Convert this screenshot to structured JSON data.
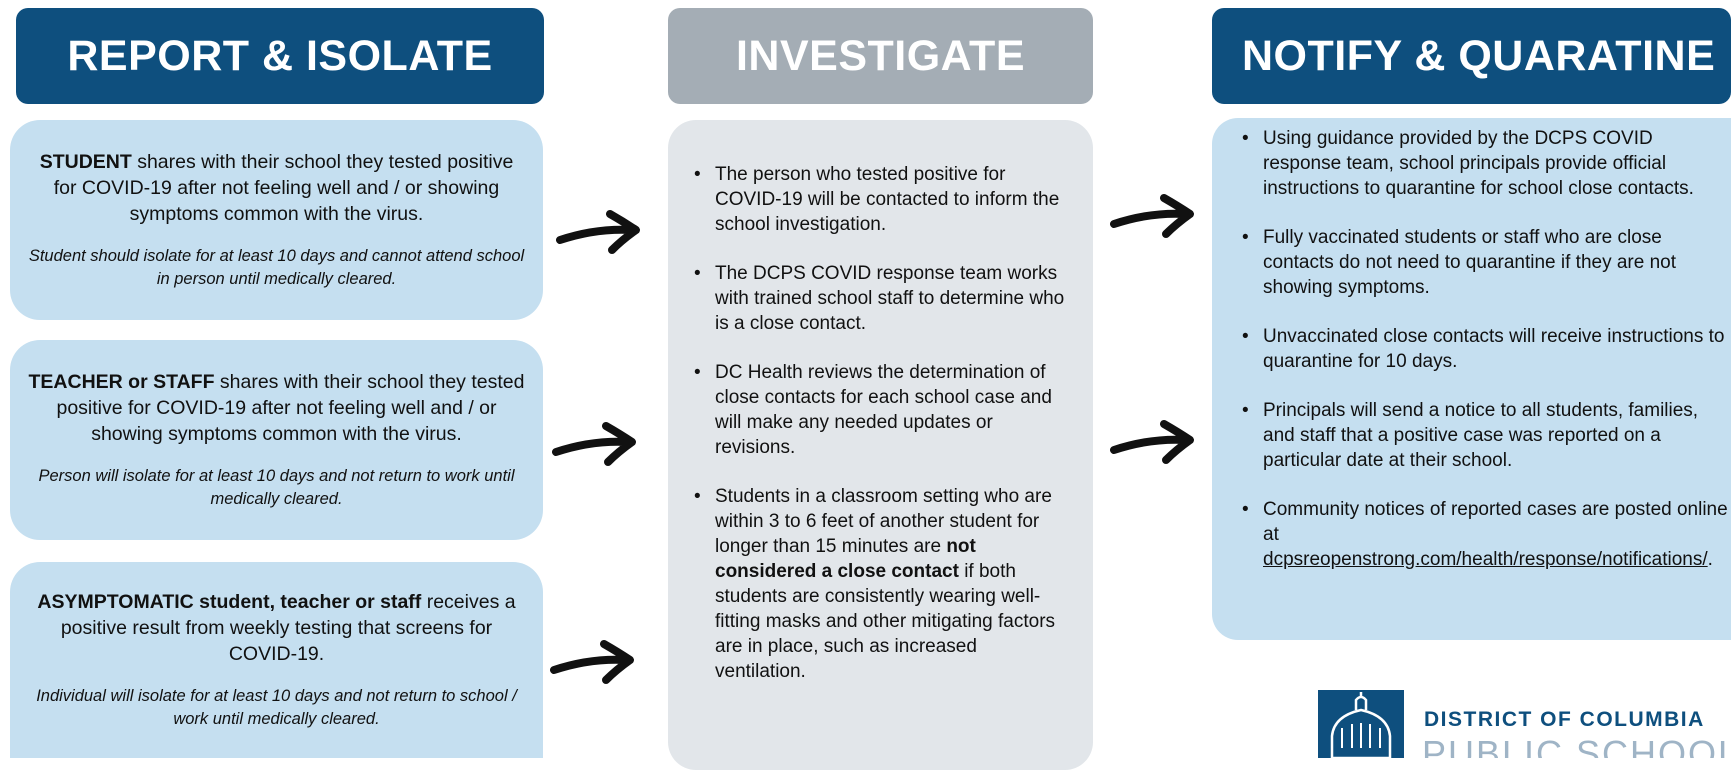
{
  "headers": {
    "report": "REPORT & ISOLATE",
    "investigate": "INVESTIGATE",
    "notify": "NOTIFY & QUARATINE"
  },
  "report_cards": [
    {
      "bold": "STUDENT",
      "text": " shares with their school they tested positive for COVID-19 after not feeling well and / or showing symptoms common with the virus.",
      "note": "Student should isolate for at least 10 days and cannot attend school in person until medically cleared."
    },
    {
      "bold": "TEACHER or STAFF",
      "text": " shares with their school they tested positive for COVID-19 after not feeling well and / or showing symptoms common with the virus.",
      "note": "Person will isolate for at least 10 days and not return to work until medically cleared."
    },
    {
      "bold": "ASYMPTOMATIC student, teacher or staff",
      "text": " receives a positive result from weekly testing that screens for COVID-19.",
      "note": "Individual will isolate for at least 10 days and not return to school / work until medically cleared."
    }
  ],
  "investigate_bullets": [
    "The person who tested positive for COVID-19 will be contacted to inform the school investigation.",
    "The DCPS COVID response team works with trained school staff to determine who is a close contact.",
    "DC Health reviews the determination of close contacts for each school case and will make any needed updates or revisions."
  ],
  "investigate_last": {
    "before": "Students in a classroom setting who are within 3 to 6 feet of another student for longer than 15 minutes are ",
    "bold": "not considered a close contact",
    "after": " if both students are consistently wearing well-fitting masks and other mitigating factors are in place, such as increased ventilation."
  },
  "notify_bullets": [
    "Using guidance provided by the DCPS COVID response team, school principals provide official instructions to quarantine for school close contacts.",
    "Fully vaccinated students or staff who are close contacts do not need to quarantine if they are not showing symptoms.",
    "Unvaccinated close contacts will receive instructions to quarantine for 10 days.",
    "Principals will send a notice to all students, families, and staff that a positive case was reported on a particular date at their school."
  ],
  "notify_last": {
    "before": "Community notices of reported cases are posted online at",
    "link": "dcpsreopenstrong.com/health/response/notifications/",
    "after": "."
  },
  "logo": {
    "line1": "DISTRICT OF COLUMBIA",
    "line2": "PUBLIC SCHOOLS"
  },
  "colors": {
    "header_blue": "#0e4f7e",
    "header_gray": "#a4adb5",
    "card_blue": "#c5dff0",
    "panel_gray": "#e2e6ea"
  }
}
